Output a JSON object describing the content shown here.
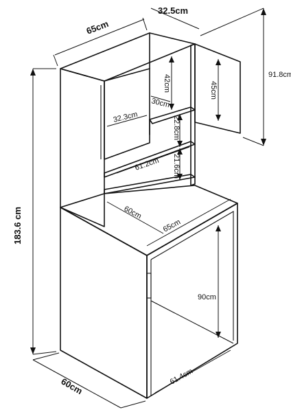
{
  "labels": {
    "overall_width": "65cm",
    "top_depth": "32.5cm",
    "top_height": "91.8cm",
    "total_height": "183.6 cm",
    "door_height": "45cm",
    "shelf_height_upper": "42cm",
    "inner_width_door": "32.3cm",
    "inner_depth": "30cm",
    "shelf_gap": "22.8cm",
    "shelf_width": "61.2cm",
    "lower_gap": "21.6cm",
    "desk_depth": "60cm",
    "desk_width": "65cm",
    "base_height": "90cm",
    "base_inner_width": "61.4cm",
    "base_depth": "60cm"
  }
}
